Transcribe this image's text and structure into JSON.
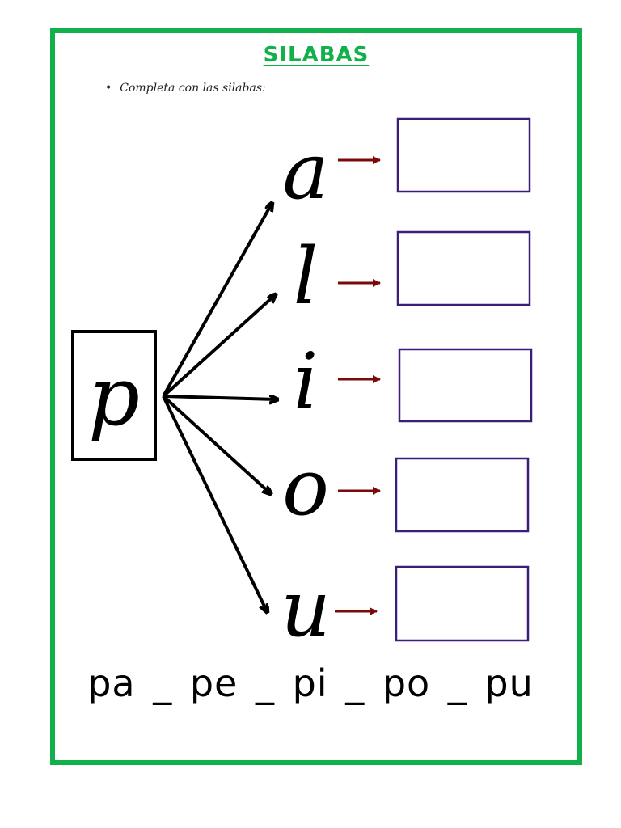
{
  "title": "SILABAS",
  "instruction": "Completa con las silabas:",
  "consonant": "p",
  "vowels": [
    "a",
    "l",
    "i",
    "o",
    "u"
  ],
  "syllables_line": [
    "pa",
    "pe",
    "pi",
    "po",
    "pu"
  ],
  "separator": "_",
  "colors": {
    "frame": "#12b04a",
    "title": "#12b04a",
    "red_arrow": "#7a0a0a",
    "answer_box": "#3a1e7a"
  }
}
